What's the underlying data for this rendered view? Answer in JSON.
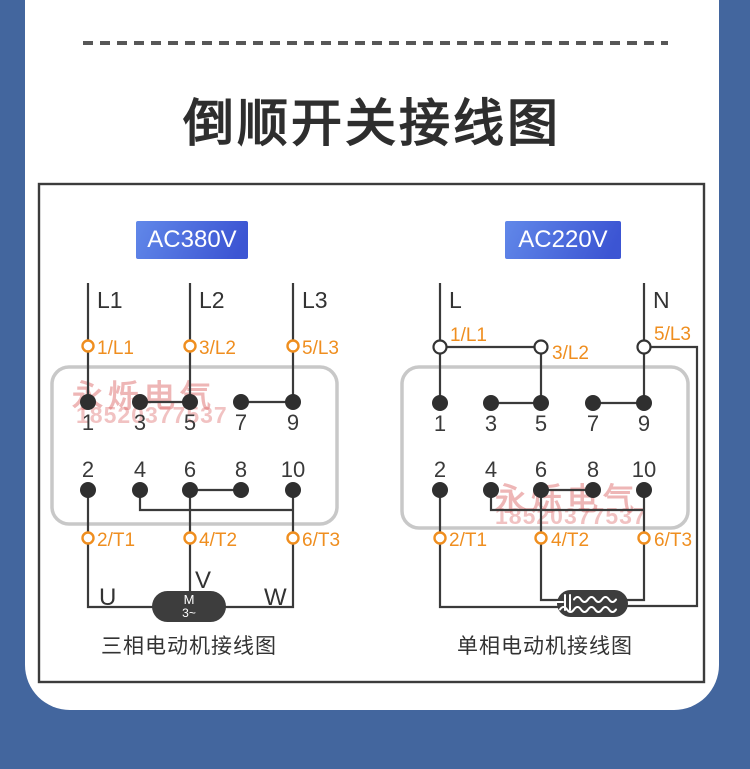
{
  "page": {
    "title": "倒顺开关接线图",
    "colors": {
      "background_blue": "#43669e",
      "badge_blue_light": "#6188e9",
      "badge_blue_dark": "#3c55d3",
      "terminal_orange": "#ef8e1f",
      "wire_dark": "#3a3a3a",
      "motor_dark": "#3d3d3d",
      "watermark_pink": "#de6e6e"
    }
  },
  "watermark": {
    "name": "永烁电气",
    "phone": "18520377537"
  },
  "left_diagram": {
    "badge": "AC380V",
    "inputs": [
      "L1",
      "L2",
      "L3"
    ],
    "input_terminals": [
      "1/L1",
      "3/L2",
      "5/L3"
    ],
    "top_row": [
      "1",
      "3",
      "5",
      "7",
      "9"
    ],
    "bottom_row": [
      "2",
      "4",
      "6",
      "8",
      "10"
    ],
    "output_terminals": [
      "2/T1",
      "4/T2",
      "6/T3"
    ],
    "motor_phases": [
      "U",
      "V",
      "W"
    ],
    "motor_label": [
      "M",
      "3~"
    ],
    "caption": "三相电动机接线图"
  },
  "right_diagram": {
    "badge": "AC220V",
    "inputs": [
      "L",
      "N"
    ],
    "input_terminals": [
      "1/L1",
      "3/L2",
      "5/L3"
    ],
    "top_row": [
      "1",
      "3",
      "5",
      "7",
      "9"
    ],
    "bottom_row": [
      "2",
      "4",
      "6",
      "8",
      "10"
    ],
    "output_terminals": [
      "2/T1",
      "4/T2",
      "6/T3"
    ],
    "caption": "单相电动机接线图"
  }
}
